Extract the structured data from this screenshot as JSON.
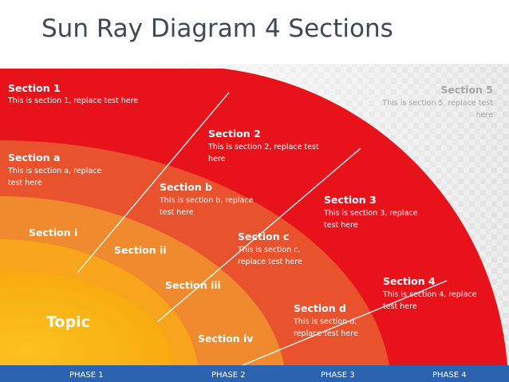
{
  "title": "Sun Ray Diagram  4 Sections",
  "colors": {
    "ring1": "#e8131a",
    "ring2": "#e8532e",
    "ring3": "#f08a2e",
    "ring4": "#f8a51c",
    "core": "#fbb812",
    "footer": "#2a64b0",
    "title": "#3c4a56"
  },
  "sections_outer": [
    {
      "heading": "Section 1",
      "text": "This is section 1, replace test here"
    },
    {
      "heading": "Section 2",
      "text": "This is section 2, replace test here"
    },
    {
      "heading": "Section 3",
      "text": "This is section 3, replace test here"
    },
    {
      "heading": "Section 4",
      "text": "This is section 4, replace test here"
    },
    {
      "heading": "Section 5",
      "text": "This is section 5, replace test here"
    }
  ],
  "sections_alpha": [
    {
      "heading": "Section a",
      "text": "This is section a, replace test here"
    },
    {
      "heading": "Section b",
      "text": "This is section b, replace test here"
    },
    {
      "heading": "Section c",
      "text": "This is section c, replace test here"
    },
    {
      "heading": "Section d",
      "text": "This is section d, replace test here"
    }
  ],
  "sections_roman": [
    "Section i",
    "Section ii",
    "Section iii",
    "Section iv"
  ],
  "topic": "Topic",
  "phases": [
    "PHASE 1",
    "PHASE 2",
    "PHASE 3",
    "PHASE 4"
  ]
}
